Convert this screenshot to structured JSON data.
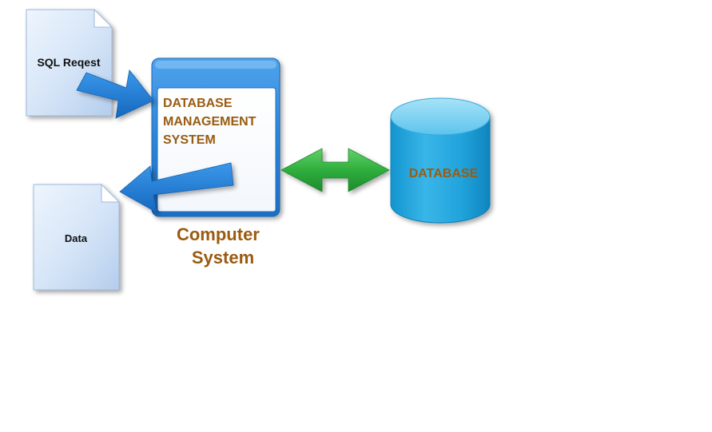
{
  "diagram": {
    "request_doc": {
      "label": "SQL Reqest"
    },
    "data_doc": {
      "label": "Data"
    },
    "dbms_box": {
      "title_lines": [
        "DATABASE",
        "MANAGEMENT",
        "SYSTEM"
      ]
    },
    "caption": {
      "lines": [
        "Computer",
        "System"
      ]
    },
    "database": {
      "label": "DATABASE"
    },
    "colors": {
      "text_brown": "#9A5B10",
      "doc_fill_light": "#E8F1FC",
      "doc_fill_dark": "#B9D3F0",
      "doc_border": "#8FB0D8",
      "box_blue": "#2F86D8",
      "box_blue_dark": "#1A66B5",
      "arrow_blue": "#1C7AD6",
      "arrow_green": "#2FAE3D",
      "cylinder_blue": "#1EA3DB",
      "cylinder_top": "#7FD3F3"
    }
  }
}
